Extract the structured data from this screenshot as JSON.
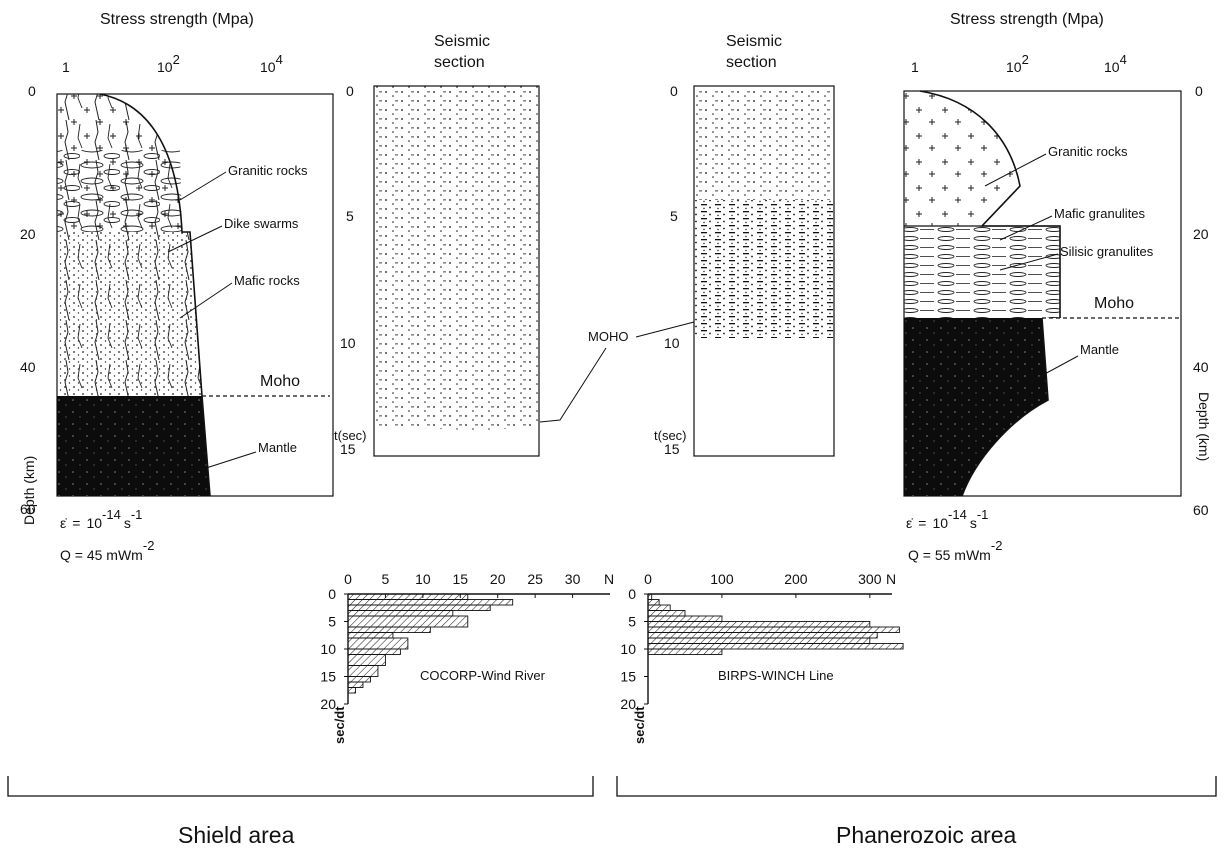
{
  "left_column": {
    "title": "Stress strength (Mpa)",
    "ticks": {
      "t1": "1",
      "t2_base": "10",
      "t2_exp": "2",
      "t3_base": "10",
      "t3_exp": "4"
    },
    "depth_ticks": [
      "0",
      "20",
      "40",
      "60"
    ],
    "depth_label": "Depth (km)",
    "layers": [
      "Granitic rocks",
      "Dike swarms",
      "Mafic rocks",
      "Mantle"
    ],
    "moho": "Moho",
    "strain_rate": {
      "sym": "ε̇",
      "eq": "=",
      "base": "10",
      "exp": "-14",
      "s": "s",
      "s_exp": "-1"
    },
    "heat_flow": {
      "text": "Q = 45 mWm",
      "exp": "-2"
    }
  },
  "right_column": {
    "title": "Stress strength (Mpa)",
    "ticks": {
      "t1": "1",
      "t2_base": "10",
      "t2_exp": "2",
      "t3_base": "10",
      "t3_exp": "4"
    },
    "depth_ticks": [
      "0",
      "20",
      "40",
      "60"
    ],
    "depth_label": "Depth (km)",
    "layers": [
      "Granitic rocks",
      "Mafic granulites",
      "Silisic granulites",
      "Mantle"
    ],
    "moho": "Moho",
    "strain_rate": {
      "sym": "ε̇",
      "eq": "=",
      "base": "10",
      "exp": "-14",
      "s": "s",
      "s_exp": "-1"
    },
    "heat_flow": {
      "text": "Q = 55 mWm",
      "exp": "-2"
    }
  },
  "seismic_left": {
    "title_line1": "Seismic",
    "title_line2": "section",
    "ticks": [
      "0",
      "5",
      "10",
      "15"
    ],
    "axis_label": "t(sec)"
  },
  "seismic_right": {
    "title_line1": "Seismic",
    "title_line2": "section",
    "ticks": [
      "0",
      "5",
      "10",
      "15"
    ],
    "axis_label": "t(sec)"
  },
  "moho_callout": "MOHO",
  "chart_data": [
    {
      "type": "bar",
      "orientation": "horizontal",
      "title": "COCORP-Wind River",
      "xlabel": "N",
      "ylabel": "sec/dt",
      "xlim": [
        0,
        35
      ],
      "ylim": [
        0,
        20
      ],
      "x_ticks": [
        "0",
        "5",
        "10",
        "15",
        "20",
        "25",
        "30"
      ],
      "y_ticks": [
        "0",
        "5",
        "10",
        "15",
        "20"
      ],
      "bins": [
        {
          "t0": 0,
          "t1": 1,
          "n": 16
        },
        {
          "t0": 1,
          "t1": 2,
          "n": 22
        },
        {
          "t0": 2,
          "t1": 3,
          "n": 19
        },
        {
          "t0": 3,
          "t1": 4,
          "n": 14
        },
        {
          "t0": 4,
          "t1": 6,
          "n": 16
        },
        {
          "t0": 6,
          "t1": 7,
          "n": 11
        },
        {
          "t0": 7,
          "t1": 8,
          "n": 6
        },
        {
          "t0": 8,
          "t1": 10,
          "n": 8
        },
        {
          "t0": 10,
          "t1": 11,
          "n": 7
        },
        {
          "t0": 11,
          "t1": 13,
          "n": 5
        },
        {
          "t0": 13,
          "t1": 15,
          "n": 4
        },
        {
          "t0": 15,
          "t1": 16,
          "n": 3
        },
        {
          "t0": 16,
          "t1": 17,
          "n": 2
        },
        {
          "t0": 17,
          "t1": 18,
          "n": 1
        }
      ]
    },
    {
      "type": "bar",
      "orientation": "horizontal",
      "title": "BIRPS-WINCH Line",
      "xlabel": "N",
      "ylabel": "sec/dt",
      "xlim": [
        0,
        330
      ],
      "ylim": [
        0,
        20
      ],
      "x_ticks": [
        "0",
        "100",
        "200",
        "300"
      ],
      "y_ticks": [
        "0",
        "5",
        "10",
        "15",
        "20"
      ],
      "bins": [
        {
          "t0": 0,
          "t1": 1,
          "n": 5
        },
        {
          "t0": 1,
          "t1": 2,
          "n": 15
        },
        {
          "t0": 2,
          "t1": 3,
          "n": 30
        },
        {
          "t0": 3,
          "t1": 4,
          "n": 50
        },
        {
          "t0": 4,
          "t1": 5,
          "n": 100
        },
        {
          "t0": 5,
          "t1": 6,
          "n": 300
        },
        {
          "t0": 6,
          "t1": 7,
          "n": 340
        },
        {
          "t0": 7,
          "t1": 8,
          "n": 310
        },
        {
          "t0": 8,
          "t1": 9,
          "n": 300
        },
        {
          "t0": 9,
          "t1": 10,
          "n": 345
        },
        {
          "t0": 10,
          "t1": 11,
          "n": 100
        }
      ]
    }
  ],
  "groups": {
    "left": "Shield area",
    "right": "Phanerozoic area"
  }
}
